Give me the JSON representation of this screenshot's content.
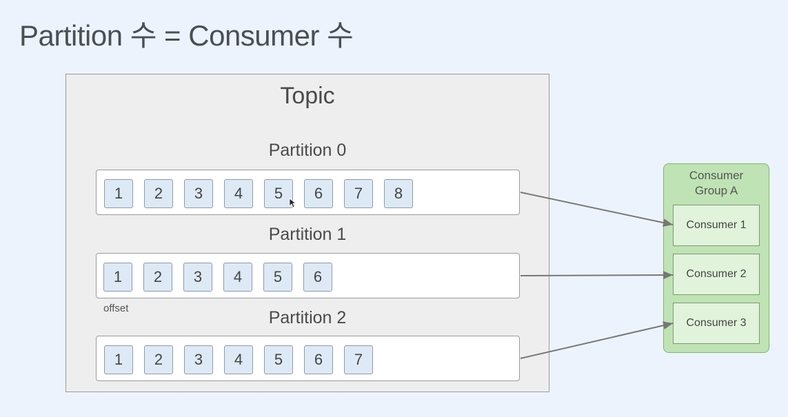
{
  "title": "Partition 수 = Consumer 수",
  "topic": {
    "label": "Topic"
  },
  "partitions": [
    {
      "label": "Partition 0",
      "offsets": [
        "1",
        "2",
        "3",
        "4",
        "5",
        "6",
        "7",
        "8"
      ]
    },
    {
      "label": "Partition 1",
      "offsets": [
        "1",
        "2",
        "3",
        "4",
        "5",
        "6"
      ]
    },
    {
      "label": "Partition 2",
      "offsets": [
        "1",
        "2",
        "3",
        "4",
        "5",
        "6",
        "7"
      ]
    }
  ],
  "offset_label": "offset",
  "consumer_group": {
    "label_line1": "Consumer",
    "label_line2": "Group A",
    "consumers": [
      "Consumer 1",
      "Consumer 2",
      "Consumer 3"
    ]
  },
  "colors": {
    "background": "#edf3fc",
    "topic_fill": "#eeeeee",
    "cell_fill": "#dde9f5",
    "group_fill": "#bfe3b4",
    "consumer_fill": "#e2f3dc",
    "arrow": "#777777"
  }
}
